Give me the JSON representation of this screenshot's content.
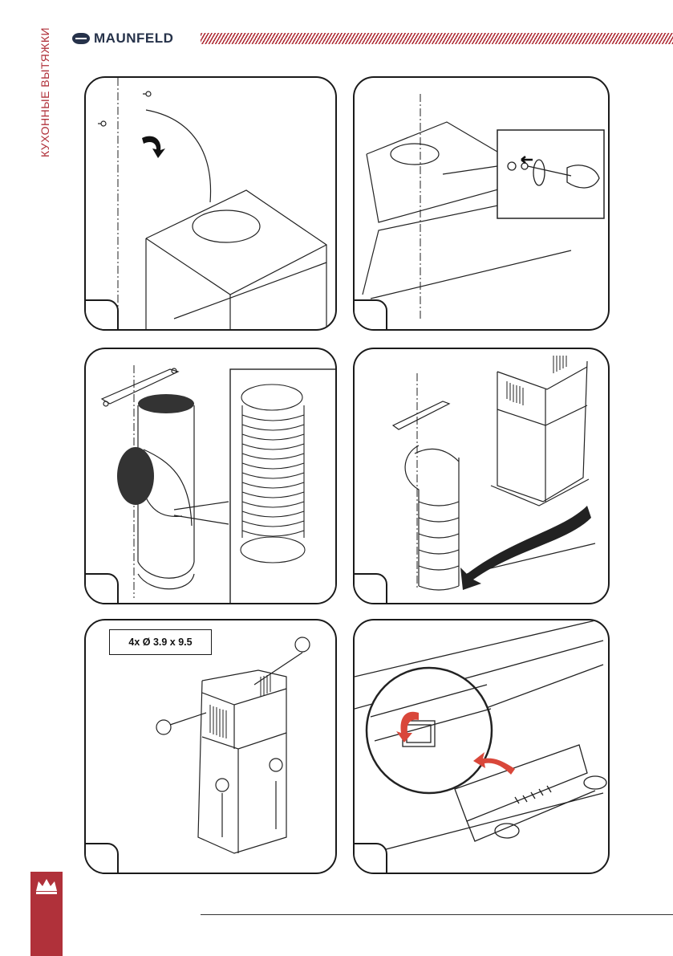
{
  "header": {
    "brand": "MAUNFELD",
    "category": "КУХОННЫЕ ВЫТЯЖКИ"
  },
  "panels": [
    {
      "id": 1,
      "illustration": "remove-screws-from-hood-top"
    },
    {
      "id": 2,
      "illustration": "screwdriver-remove-screw-detail"
    },
    {
      "id": 3,
      "illustration": "bracket-and-flexible-duct-with-clamps"
    },
    {
      "id": 4,
      "illustration": "duct-attached-chimney-cover-lowered"
    },
    {
      "id": 5,
      "illustration": "chimney-cover-screwed",
      "spec": "4x Ø 3.9 x 9.5"
    },
    {
      "id": 6,
      "illustration": "remove-transport-lock-from-front-panel"
    }
  ],
  "colors": {
    "brand_red": "#b0313a",
    "logo_navy": "#26324a",
    "line": "#1a1a1a"
  }
}
